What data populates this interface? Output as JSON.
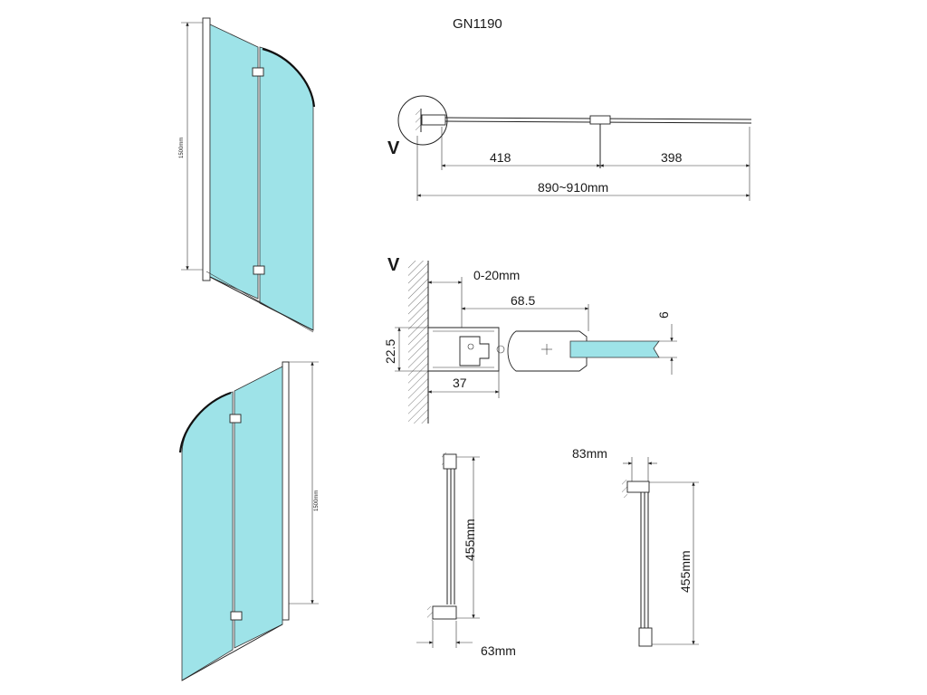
{
  "title": "GN1190",
  "height_label": "1500mm",
  "section_marker": "V",
  "plan": {
    "left": "418",
    "right": "398",
    "total": "890~910mm"
  },
  "detail": {
    "adjust": "0-20mm",
    "width": "68.5",
    "glass": "6",
    "height": "22.5",
    "depth": "37"
  },
  "fold_left": {
    "length": "455mm",
    "offset": "63mm"
  },
  "fold_right": {
    "length": "455mm",
    "offset": "83mm"
  },
  "colors": {
    "glass": "#9ee3e8",
    "line": "#222222"
  }
}
